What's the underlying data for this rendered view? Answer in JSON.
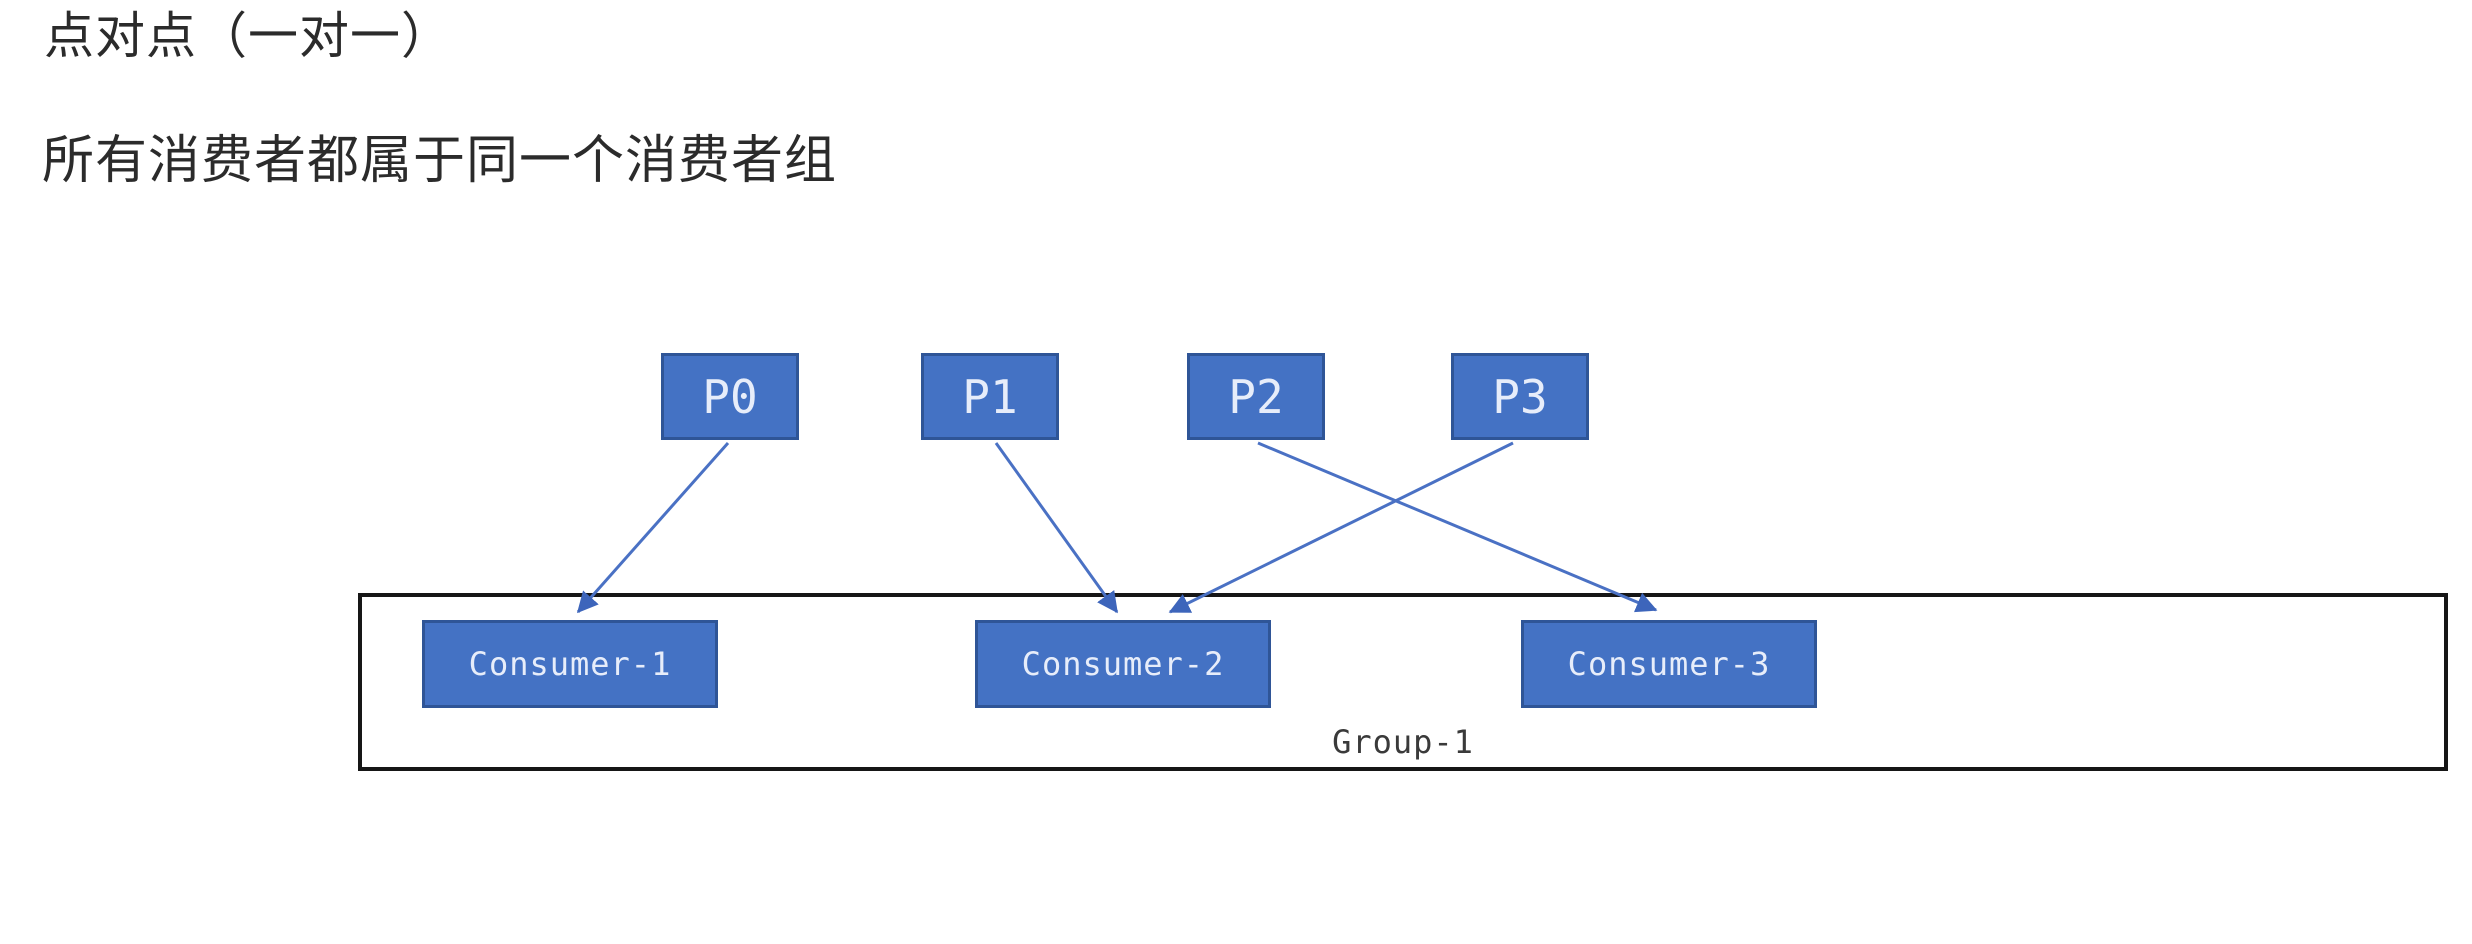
{
  "page": {
    "title": "点对点（一对一）",
    "subtitle": "所有消费者都属于同一个消费者组"
  },
  "diagram": {
    "partitions": [
      {
        "label": "P0"
      },
      {
        "label": "P1"
      },
      {
        "label": "P2"
      },
      {
        "label": "P3"
      }
    ],
    "consumers": [
      {
        "label": "Consumer-1"
      },
      {
        "label": "Consumer-2"
      },
      {
        "label": "Consumer-3"
      }
    ],
    "group": {
      "label": "Group-1"
    },
    "assignments": [
      {
        "from": "P0",
        "to": "Consumer-1"
      },
      {
        "from": "P1",
        "to": "Consumer-2"
      },
      {
        "from": "P2",
        "to": "Consumer-3"
      },
      {
        "from": "P3",
        "to": "Consumer-2"
      }
    ],
    "colors": {
      "page_bg": "#ffffff",
      "page_text": "#2b2b2b",
      "box_fill": "#4472c4",
      "box_border": "#2f5597",
      "box_text": "#e7edfa",
      "arrow": "#4a71c4",
      "arrow_head": "#3d65bb",
      "group_border": "#161616",
      "group_label_text": "#3a3a3a"
    }
  }
}
